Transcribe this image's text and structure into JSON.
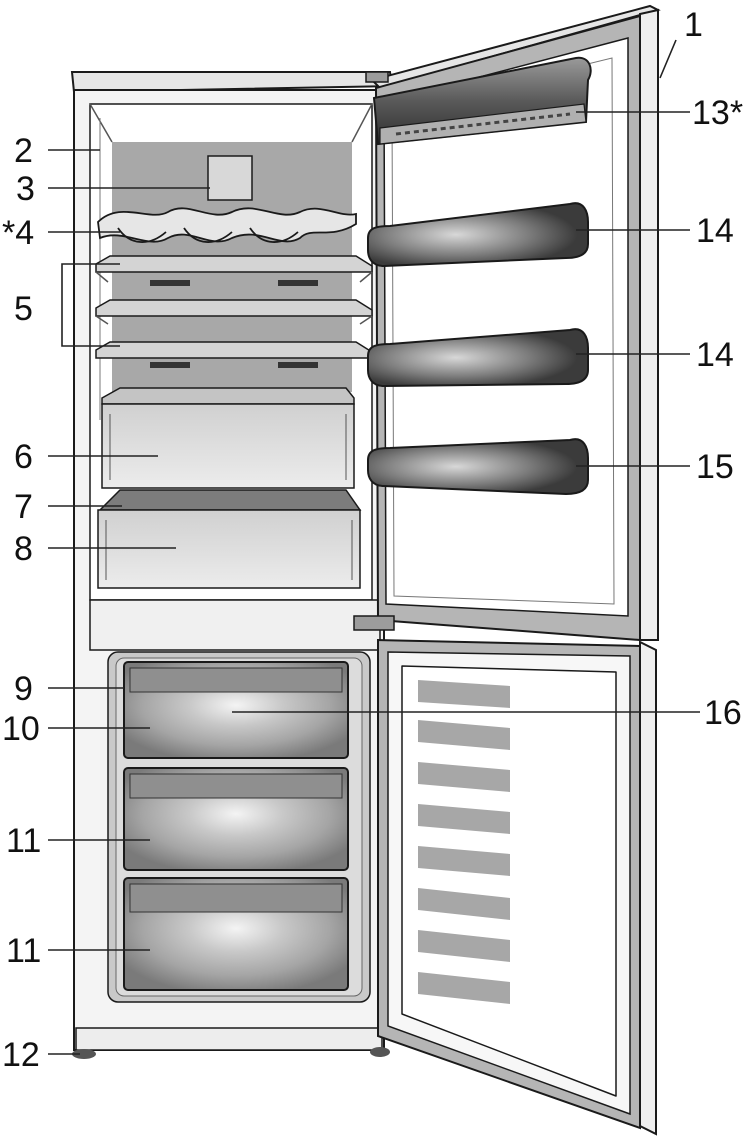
{
  "callouts": [
    {
      "id": "c1",
      "label": "1"
    },
    {
      "id": "c2",
      "label": "2"
    },
    {
      "id": "c3",
      "label": "3"
    },
    {
      "id": "c4",
      "label": "*4"
    },
    {
      "id": "c5",
      "label": "5"
    },
    {
      "id": "c6",
      "label": "6"
    },
    {
      "id": "c7",
      "label": "7"
    },
    {
      "id": "c8",
      "label": "8"
    },
    {
      "id": "c9",
      "label": "9"
    },
    {
      "id": "c10",
      "label": "10"
    },
    {
      "id": "c11a",
      "label": "11"
    },
    {
      "id": "c11b",
      "label": "11"
    },
    {
      "id": "c12",
      "label": "12"
    },
    {
      "id": "c13",
      "label": "13*"
    },
    {
      "id": "c14a",
      "label": "14"
    },
    {
      "id": "c14b",
      "label": "14"
    },
    {
      "id": "c15",
      "label": "15"
    },
    {
      "id": "c16",
      "label": "16"
    }
  ],
  "colors": {
    "outline": "#1a1a1a",
    "fridge_back": "#a8a8a8",
    "cabinet": "#f2f2f2",
    "door_frame": "#b5b5b5",
    "shelf": "#cfcfcf",
    "bin": "#6f6f6f",
    "drawer": "#bcbcbc"
  }
}
